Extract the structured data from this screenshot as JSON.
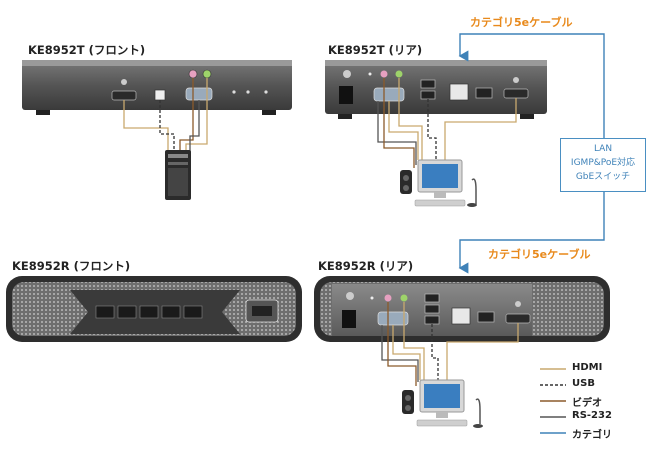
{
  "labels": {
    "tx_front": "KE8952T (フロント)",
    "tx_rear": "KE8952T (リア)",
    "rx_front": "KE8952R (フロント)",
    "rx_rear": "KE8952R (リア)",
    "cable_top": "カテゴリ5eケーブル",
    "cable_bottom": "カテゴリ5eケーブル"
  },
  "switch": {
    "line1": "LAN",
    "line2": "IGMP&PoE対応",
    "line3": "GbEスイッチ"
  },
  "legend": [
    {
      "label": "HDMI",
      "color": "#c9a96e",
      "style": "solid"
    },
    {
      "label": "USB",
      "color": "#333333",
      "style": "dashed"
    },
    {
      "label": "ビデオ",
      "color": "#8b5a2b",
      "style": "solid"
    },
    {
      "label": "RS-232",
      "color": "#555555",
      "style": "solid"
    },
    {
      "label": "カテゴリ",
      "color": "#3f82b8",
      "style": "solid"
    }
  ],
  "colors": {
    "device_body": "#4a4a4a",
    "device_face": "#6a6a6a",
    "category": "#3f82b8",
    "cable_label": "#e8891b"
  }
}
